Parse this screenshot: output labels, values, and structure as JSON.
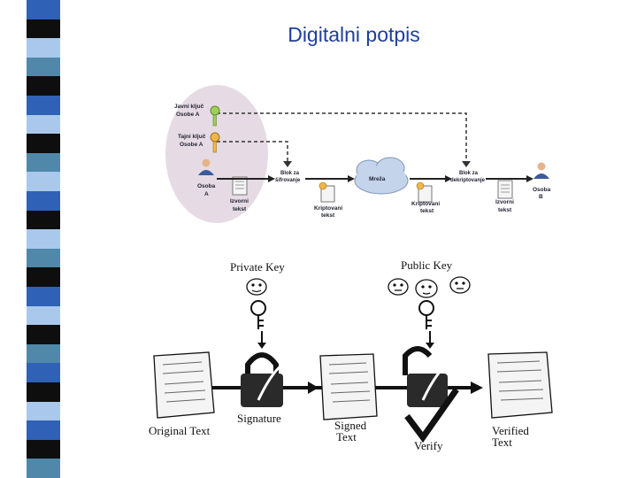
{
  "title": "Digitalni potpis",
  "diagram1": {
    "public_key_label": [
      "Javni ključ",
      "Osobe A"
    ],
    "private_key_label": [
      "Tajni ključ",
      "Osobe A"
    ],
    "person_a_label": [
      "Osoba",
      "A"
    ],
    "source_text_a": [
      "Izvorni",
      "tekst"
    ],
    "encrypt_block": [
      "Blok za",
      "šifrovanje"
    ],
    "encrypted_text_1": [
      "Kriptovani",
      "tekst"
    ],
    "network": "Mreža",
    "encrypted_text_2": [
      "Kriptovani",
      "tekst"
    ],
    "decrypt_block": [
      "Blok za",
      "dekriptovanje"
    ],
    "source_text_b": [
      "Izvorni",
      "tekst"
    ],
    "person_b_label": [
      "Osoba",
      "B"
    ]
  },
  "diagram2": {
    "private_key": "Private Key",
    "public_key": "Public Key",
    "original_text": "Original Text",
    "signature": "Signature",
    "signed_text": [
      "Signed",
      "Text"
    ],
    "verify": "Verify",
    "verified_text": [
      "Verified",
      "Text"
    ]
  },
  "colors": {
    "title": "#1f3f9a",
    "stripe_dark": "#0e0e0e",
    "stripe_blue": "#2f62b6",
    "stripe_light": "#a9c8ec",
    "stripe_teal": "#4f88a8",
    "ellipse": "#e6dbe4"
  }
}
